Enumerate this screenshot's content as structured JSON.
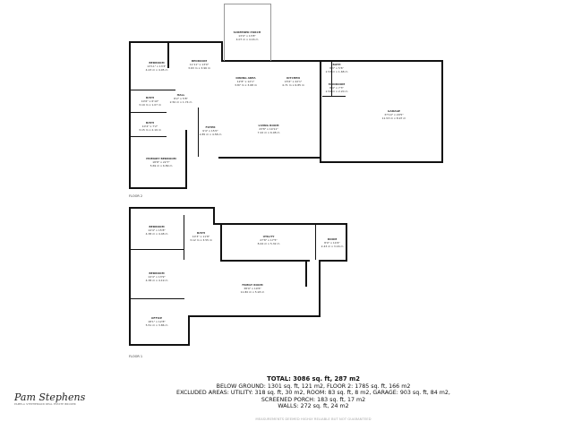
{
  "floor2": {
    "label": "FLOOR 2",
    "rooms": [
      {
        "name": "BEDROOM",
        "imp": "13'11\" x 13'3\"",
        "met": "4.23 m x 4.05 m"
      },
      {
        "name": "BEDROOM",
        "imp": "11'11\" x 13'0\"",
        "met": "3.63 m x 3.96 m"
      },
      {
        "name": "SCREENED PORCH",
        "imp": "13'0\" x 13'8\"",
        "met": "4.07 m x 4.16 m"
      },
      {
        "name": "DINING AREA",
        "imp": "12'8\" x 12'1\"",
        "met": "3.87 m x 3.68 m"
      },
      {
        "name": "KITCHEN",
        "imp": "15'6\" x 22'1\"",
        "met": "4.71 m x 6.85 m"
      },
      {
        "name": "BATH",
        "imp": "8'3\" x 5'6\"",
        "met": "2.53 m x 1.68 m"
      },
      {
        "name": "MUDROOM",
        "imp": "8'4\" x 7'3\"",
        "met": "2.54 m x 2.20 m"
      },
      {
        "name": "GARAGE",
        "imp": "37'10\" x 29'5\"",
        "met": "11.53 m x 8.97 m"
      },
      {
        "name": "BATH",
        "imp": "10'6\" x 6'10\"",
        "met": "3.19 m x 1.07 m"
      },
      {
        "name": "HALL",
        "imp": "8'2\" x 5'8\"",
        "met": "2.50 m x 1.74 m"
      },
      {
        "name": "BATH",
        "imp": "10'4\" x 7'2\"",
        "met": "3.15 m x 2.19 m"
      },
      {
        "name": "FOYER",
        "imp": "9'4\" x 15'0\"",
        "met": "2.85 m x 4.58 m"
      },
      {
        "name": "LIVING ROOM",
        "imp": "23'8\" x 19'11\"",
        "met": "7.22 m x 6.08 m"
      },
      {
        "name": "PRIMARY BEDROOM",
        "imp": "18'8\" x 22'7\"",
        "met": "5.69 m x 6.89 m"
      }
    ]
  },
  "floor1": {
    "label": "FLOOR 1",
    "rooms": [
      {
        "name": "BEDROOM",
        "imp": "14'4\" x 15'8\"",
        "met": "4.38 m x 4.48 m"
      },
      {
        "name": "BATH",
        "imp": "10'3\" x 11'8\"",
        "met": "3.12 m x 3.55 m"
      },
      {
        "name": "UTILITY",
        "imp": "27'8\" x 17'5\"",
        "met": "8.44 m x 5.32 m"
      },
      {
        "name": "ROOM",
        "imp": "8'0\" x 10'4\"",
        "met": "2.43 m x 3.16 m"
      },
      {
        "name": "BEDROOM",
        "imp": "14'4\" x 13'9\"",
        "met": "4.38 m x 4.19 m"
      },
      {
        "name": "FAMILY ROOM",
        "imp": "38'9\" x 19'6\"",
        "met": "11.80 m x 5.93 m"
      },
      {
        "name": "OFFICE",
        "imp": "18'1\" x 12'8\"",
        "met": "5.51 m x 3.86 m"
      }
    ]
  },
  "summary": {
    "total": "TOTAL: 3086 sq. ft, 287 m2",
    "line1": "BELOW GROUND: 1301 sq. ft, 121 m2, FLOOR 2: 1785 sq. ft, 166 m2",
    "line2": "EXCLUDED AREAS: UTILITY: 318 sq. ft, 30 m2, ROOM: 83 sq. ft, 8 m2, GARAGE: 903 sq. ft, 84 m2,",
    "line3": "SCREENED PORCH: 183 sq. ft, 17 m2",
    "line4": "WALLS: 272 sq. ft, 24 m2",
    "disclaimer": "MEASUREMENTS DEEMED HIGHLY RELIABLE BUT NOT GUARANTEED"
  },
  "logo": {
    "signature": "Pam Stephens",
    "tagline": "PAMELA STEPHENSON    REAL ESTATE BROKER"
  }
}
